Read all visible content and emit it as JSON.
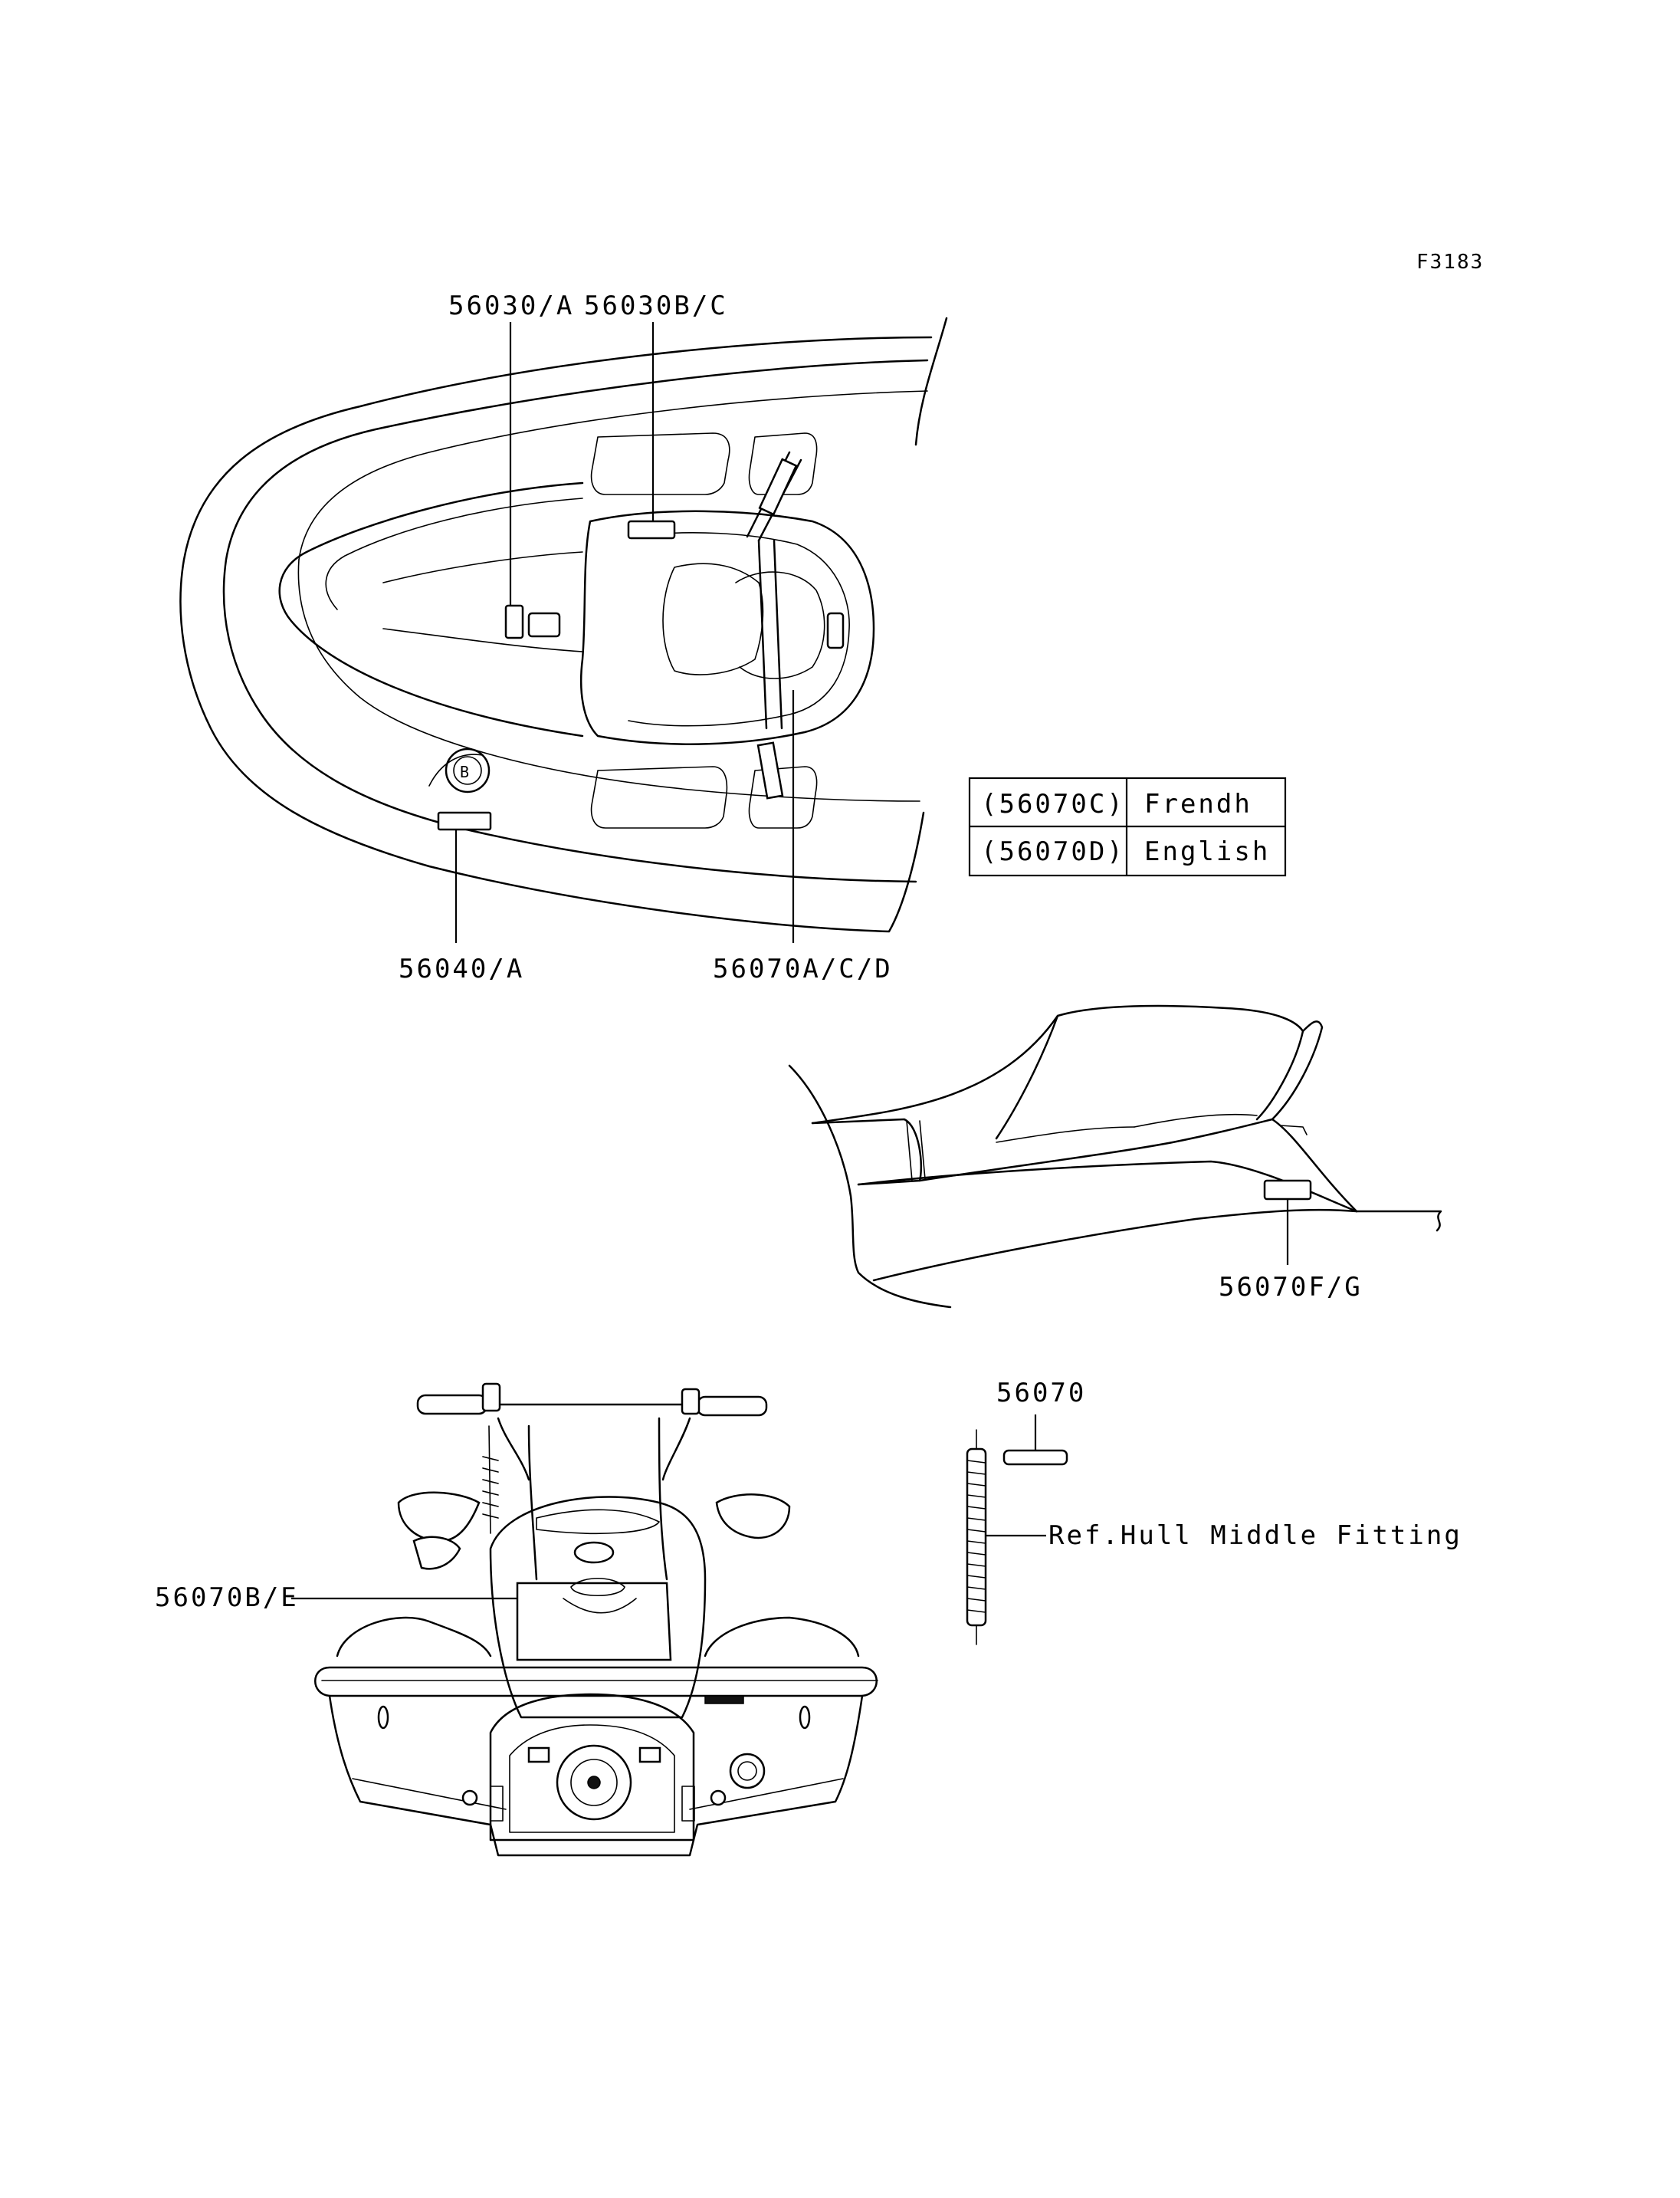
{
  "figure_code": "F3183",
  "labels": {
    "top_left_label": "56030/A",
    "top_right_label": "56030B/C",
    "bottom_left_label": "56040/A",
    "bottom_right_label": "56070A/C/D",
    "side_label": "56070F/G",
    "rear_label": "56070B/E",
    "part_label": "56070",
    "ref_label": "Ref.Hull Middle Fitting"
  },
  "language_table": {
    "rows": [
      {
        "code": "(56070C)",
        "language": "Frendh"
      },
      {
        "code": "(56070D)",
        "language": "English"
      }
    ]
  }
}
